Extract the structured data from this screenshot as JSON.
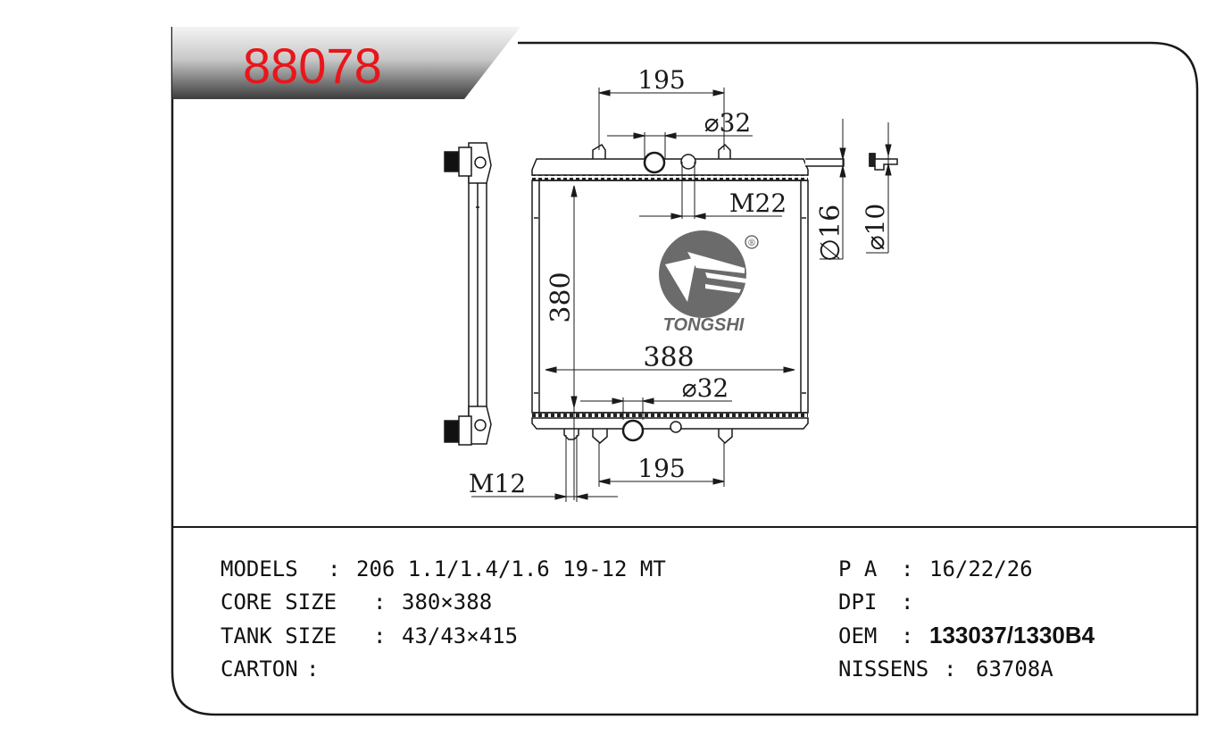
{
  "part_number": "88078",
  "colors": {
    "part_number": "#e8161b",
    "outline": "#1a1a1a",
    "logo": "#666666"
  },
  "brand": {
    "name": "TONGSHI",
    "registered": "®"
  },
  "dimensions": {
    "top_pitch": "195",
    "top_pipe": "⌀32",
    "thread_top": "M22",
    "core_height": "380",
    "core_width": "388",
    "bottom_pipe": "⌀32",
    "bottom_pitch": "195",
    "thread_bottom": "M12",
    "side_pipe_a": "∅16",
    "side_pipe_b": "⌀10"
  },
  "specs": {
    "models": {
      "label": "MODELS",
      "sep": ":",
      "value": "206 1.1/1.4/1.6 19-12 MT"
    },
    "core_size": {
      "label": "CORE SIZE",
      "sep": ":",
      "value": "380×388"
    },
    "tank_size": {
      "label": "TANK SIZE",
      "sep": ":",
      "value": "43/43×415"
    },
    "carton": {
      "label": "CARTON",
      "sep": ":",
      "value": ""
    },
    "pa": {
      "label": "P A",
      "sep": ":",
      "value": "16/22/26"
    },
    "dpi": {
      "label": "DPI",
      "sep": ":",
      "value": ""
    },
    "oem": {
      "label": "OEM",
      "sep": ":",
      "value": "133037/1330B4"
    },
    "nissens": {
      "label": "NISSENS",
      "sep": ":",
      "value": "63708A"
    }
  }
}
